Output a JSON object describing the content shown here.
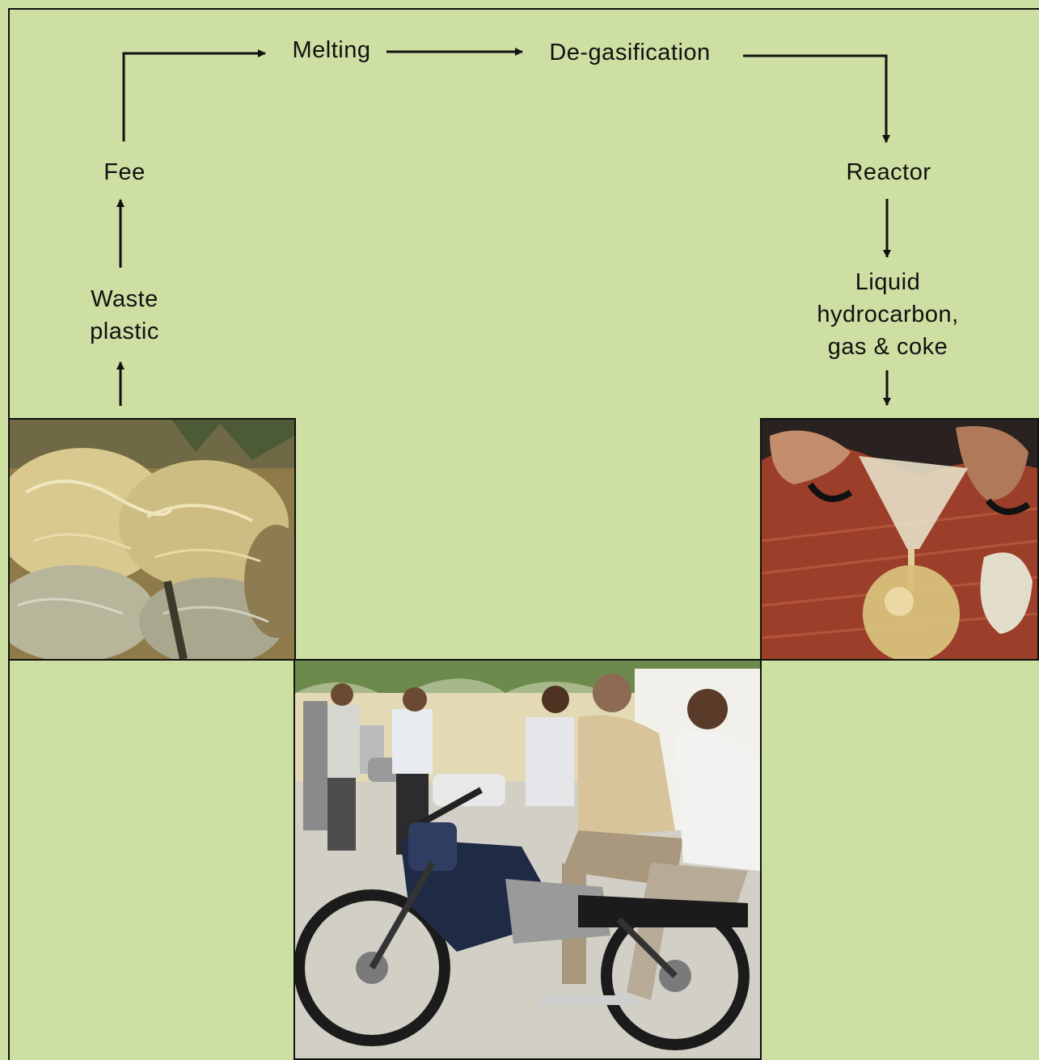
{
  "flow": {
    "melting": "Melting",
    "degasification": "De-gasification",
    "reactor": "Reactor",
    "products_line1": "Liquid",
    "products_line2": "hydrocarbon,",
    "products_line3": "gas & coke",
    "feed": "Fee",
    "waste_line1": "Waste",
    "waste_line2": "plastic"
  },
  "colors": {
    "background": "#cddfa2",
    "arrow": "#111111"
  },
  "photos": {
    "waste_plastic": "bales-of-waste-plastic",
    "liquid_fuel": "funnel-pouring-liquid-fuel-into-flask",
    "motorcycle": "men-on-motorcycle-test-ride"
  }
}
